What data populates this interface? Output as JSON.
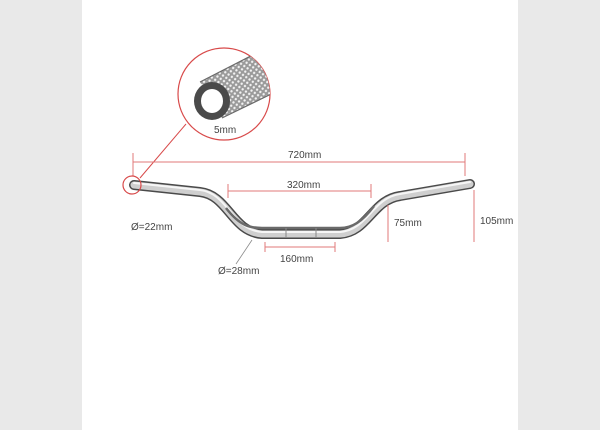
{
  "colors": {
    "background": "#e9e9e9",
    "panel": "#ffffff",
    "dimension_line": "#e07a7a",
    "callout": "#d84a4a",
    "label_text": "#444444",
    "bar_light": "#d0d0d0",
    "bar_dark": "#4a4a4a"
  },
  "labels": {
    "end_wall": "5mm",
    "overall_width": "720mm",
    "center_width": "320mm",
    "end_diameter": "Ø=22mm",
    "rise_inner": "75mm",
    "rise_total": "105mm",
    "clamp_diameter": "Ø=28mm",
    "clamp_width": "160mm"
  }
}
